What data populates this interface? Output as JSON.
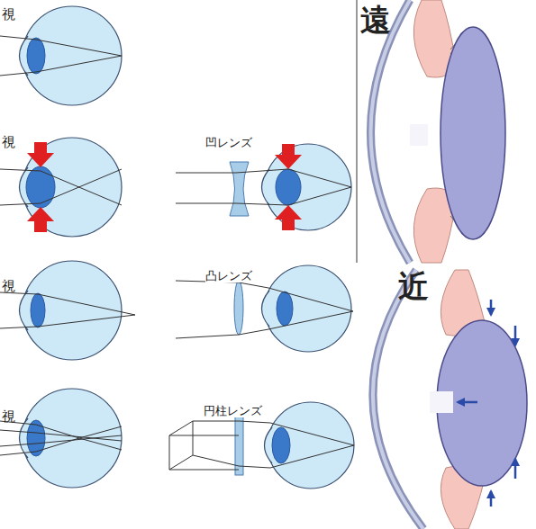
{
  "diagram": {
    "labels": [
      "視",
      "視",
      "凹レンズ",
      "視",
      "凸レンズ",
      "視",
      "円柱レンズ",
      "遠",
      "近"
    ]
  }
}
